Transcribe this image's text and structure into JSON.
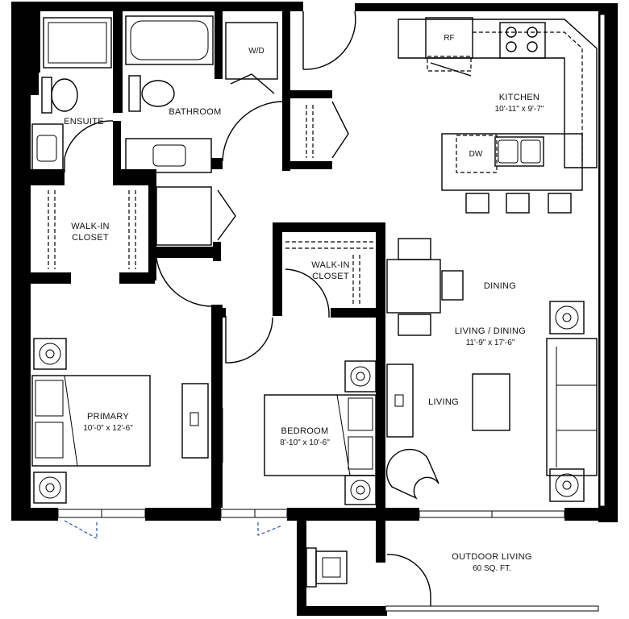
{
  "rooms": {
    "kitchen": {
      "name": "KITCHEN",
      "dims": "10'-11\" x 9'-7\""
    },
    "bathroom": {
      "name": "BATHROOM"
    },
    "ensuite": {
      "name": "ENSUITE"
    },
    "walkin_closet_primary": {
      "line1": "WALK-IN",
      "line2": "CLOSET"
    },
    "walkin_closet_bedroom": {
      "line1": "WALK-IN",
      "line2": "CLOSET"
    },
    "dining": {
      "name": "DINING"
    },
    "living_dining": {
      "name": "LIVING / DINING",
      "dims": "11'-9\" x 17'-6\""
    },
    "living": {
      "name": "LIVING"
    },
    "primary": {
      "name": "PRIMARY",
      "dims": "10'-0\" x 12'-6\""
    },
    "bedroom": {
      "name": "BEDROOM",
      "dims": "8'-10\" x 10'-6\""
    },
    "outdoor": {
      "name": "OUTDOOR LIVING",
      "dims": "60 SQ. FT."
    }
  },
  "fixtures": {
    "refrigerator": "RF",
    "washer_dryer": "W/D",
    "dishwasher": "DW"
  }
}
